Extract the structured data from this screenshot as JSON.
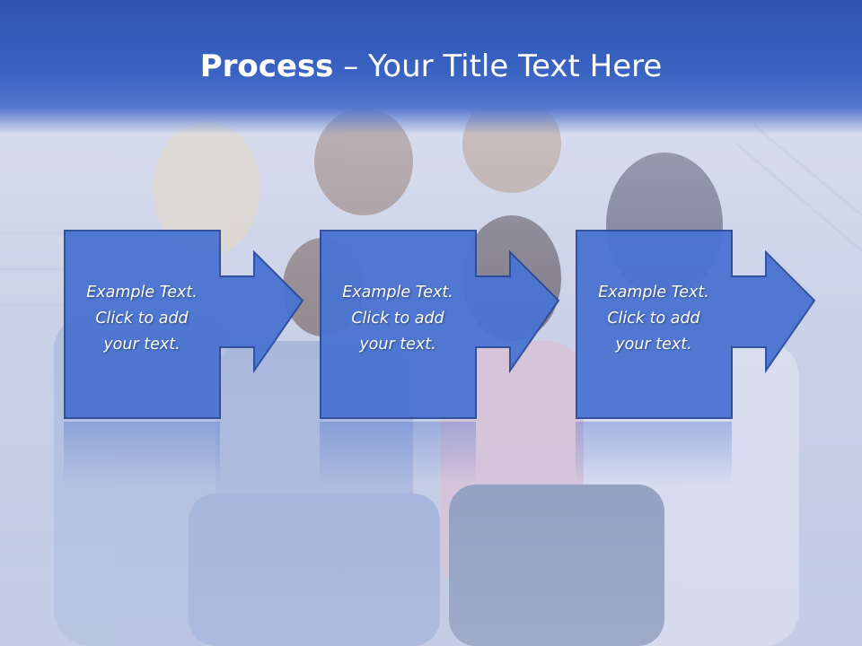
{
  "slide": {
    "title_bold": "Process",
    "title_rest": " – Your Title Text Here"
  },
  "steps": [
    {
      "line1": "Example Text.",
      "line2": "Click  to add",
      "line3": "your text."
    },
    {
      "line1": "Example Text.",
      "line2": "Click  to add",
      "line3": "your text."
    },
    {
      "line1": "Example Text.",
      "line2": "Click  to add",
      "line3": "your text."
    }
  ],
  "colors": {
    "title_band": "#3a63c3",
    "box_fill": "#4a74d2",
    "box_border": "#2a4a9a"
  }
}
